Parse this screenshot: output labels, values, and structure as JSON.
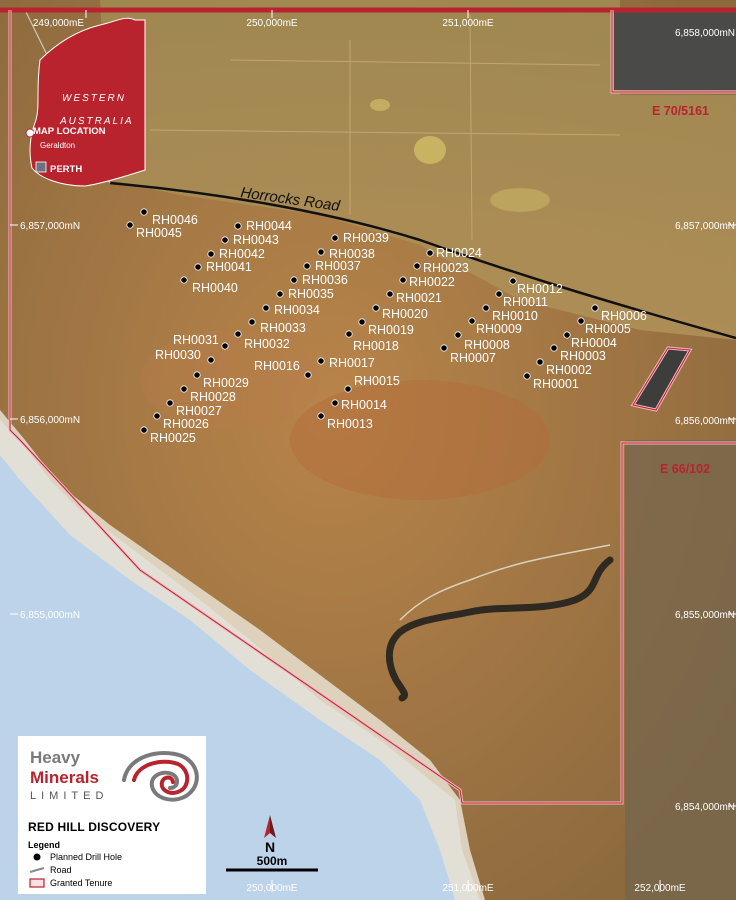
{
  "inset": {
    "state_line1": "WESTERN",
    "state_line2": "AUSTRALIA",
    "map_location_label": "MAP LOCATION",
    "town_label": "Geraldton",
    "capital_label": "PERTH"
  },
  "grid": {
    "eastings": [
      "249,000mE",
      "250,000mE",
      "251,000mE",
      "250,000mE",
      "251,000mE",
      "252,000mE"
    ],
    "northings": [
      "6,858,000mN",
      "6,857,000mN",
      "6,857,000mN",
      "6,856,000mN",
      "6,856,000mN",
      "6,855,000mN",
      "6,855,000mN",
      "6,854,000mN"
    ]
  },
  "road": {
    "name": "Horrocks Road"
  },
  "tenures": [
    "E 70/5161",
    "E 66/102"
  ],
  "drill_holes": [
    {
      "id": "RH0046"
    },
    {
      "id": "RH0045"
    },
    {
      "id": "RH0044"
    },
    {
      "id": "RH0043"
    },
    {
      "id": "RH0042"
    },
    {
      "id": "RH0041"
    },
    {
      "id": "RH0040"
    },
    {
      "id": "RH0039"
    },
    {
      "id": "RH0038"
    },
    {
      "id": "RH0037"
    },
    {
      "id": "RH0036"
    },
    {
      "id": "RH0035"
    },
    {
      "id": "RH0034"
    },
    {
      "id": "RH0033"
    },
    {
      "id": "RH0032"
    },
    {
      "id": "RH0031"
    },
    {
      "id": "RH0030"
    },
    {
      "id": "RH0029"
    },
    {
      "id": "RH0028"
    },
    {
      "id": "RH0027"
    },
    {
      "id": "RH0026"
    },
    {
      "id": "RH0025"
    },
    {
      "id": "RH0024"
    },
    {
      "id": "RH0023"
    },
    {
      "id": "RH0022"
    },
    {
      "id": "RH0021"
    },
    {
      "id": "RH0020"
    },
    {
      "id": "RH0019"
    },
    {
      "id": "RH0018"
    },
    {
      "id": "RH0017"
    },
    {
      "id": "RH0016"
    },
    {
      "id": "RH0015"
    },
    {
      "id": "RH0014"
    },
    {
      "id": "RH0013"
    },
    {
      "id": "RH0012"
    },
    {
      "id": "RH0011"
    },
    {
      "id": "RH0010"
    },
    {
      "id": "RH0009"
    },
    {
      "id": "RH0008"
    },
    {
      "id": "RH0007"
    },
    {
      "id": "RH0006"
    },
    {
      "id": "RH0005"
    },
    {
      "id": "RH0004"
    },
    {
      "id": "RH0003"
    },
    {
      "id": "RH0002"
    },
    {
      "id": "RH0001"
    }
  ],
  "north_arrow": {
    "label": "N"
  },
  "scale_bar": {
    "label": "500m"
  },
  "legend": {
    "company_line1": "Heavy",
    "company_line2": "Minerals",
    "company_line3": "LIMITED",
    "project_title": "RED HILL DISCOVERY",
    "heading": "Legend",
    "items": [
      {
        "label": "Planned Drill Hole",
        "icon": "black-dot"
      },
      {
        "label": "Road",
        "icon": "grey-line"
      },
      {
        "label": "Granted Tenure",
        "icon": "red-outline-box"
      }
    ]
  },
  "colors": {
    "brand_red": "#b8232e",
    "ocean": "#bcd3ea",
    "land": "#a27a46"
  }
}
